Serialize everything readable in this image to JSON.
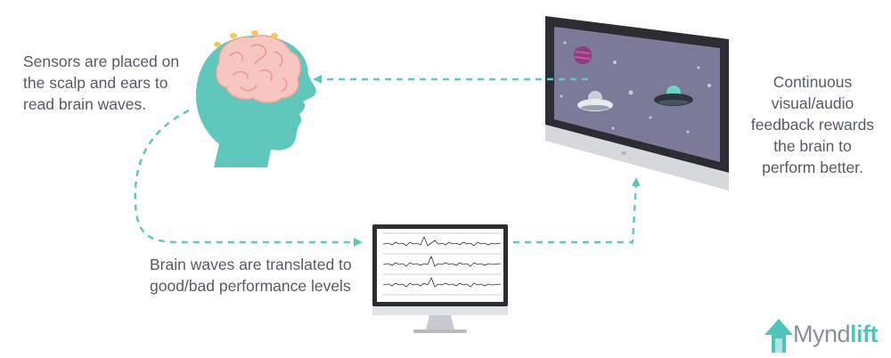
{
  "captions": {
    "sensors": "Sensors are placed on\nthe scalp and ears to\nread brain waves.",
    "feedback": "Continuous\nvisual/audio\nfeedback rewards\nthe brain to\nperform better.",
    "brainwaves": "Brain waves are translated to\ngood/bad performance levels"
  },
  "logo": {
    "text_plain": "Mynd",
    "text_accent": "lift"
  },
  "colors": {
    "teal": "#5fc7bb",
    "brain": "#f7c6c0",
    "sensor": "#f5c65a",
    "screen_bg": "#7b7a99",
    "bezel": "#2c2c33",
    "stand": "#d7d8db",
    "text": "#555b66",
    "logo_gray": "#8a8f99",
    "logo_teal": "#4ec5b8"
  },
  "icons": {
    "head": "head-with-brain-icon",
    "monitor_large": "monitor-space-game-icon",
    "monitor_small": "monitor-eeg-icon",
    "logo": "myndlift-logo-icon"
  }
}
